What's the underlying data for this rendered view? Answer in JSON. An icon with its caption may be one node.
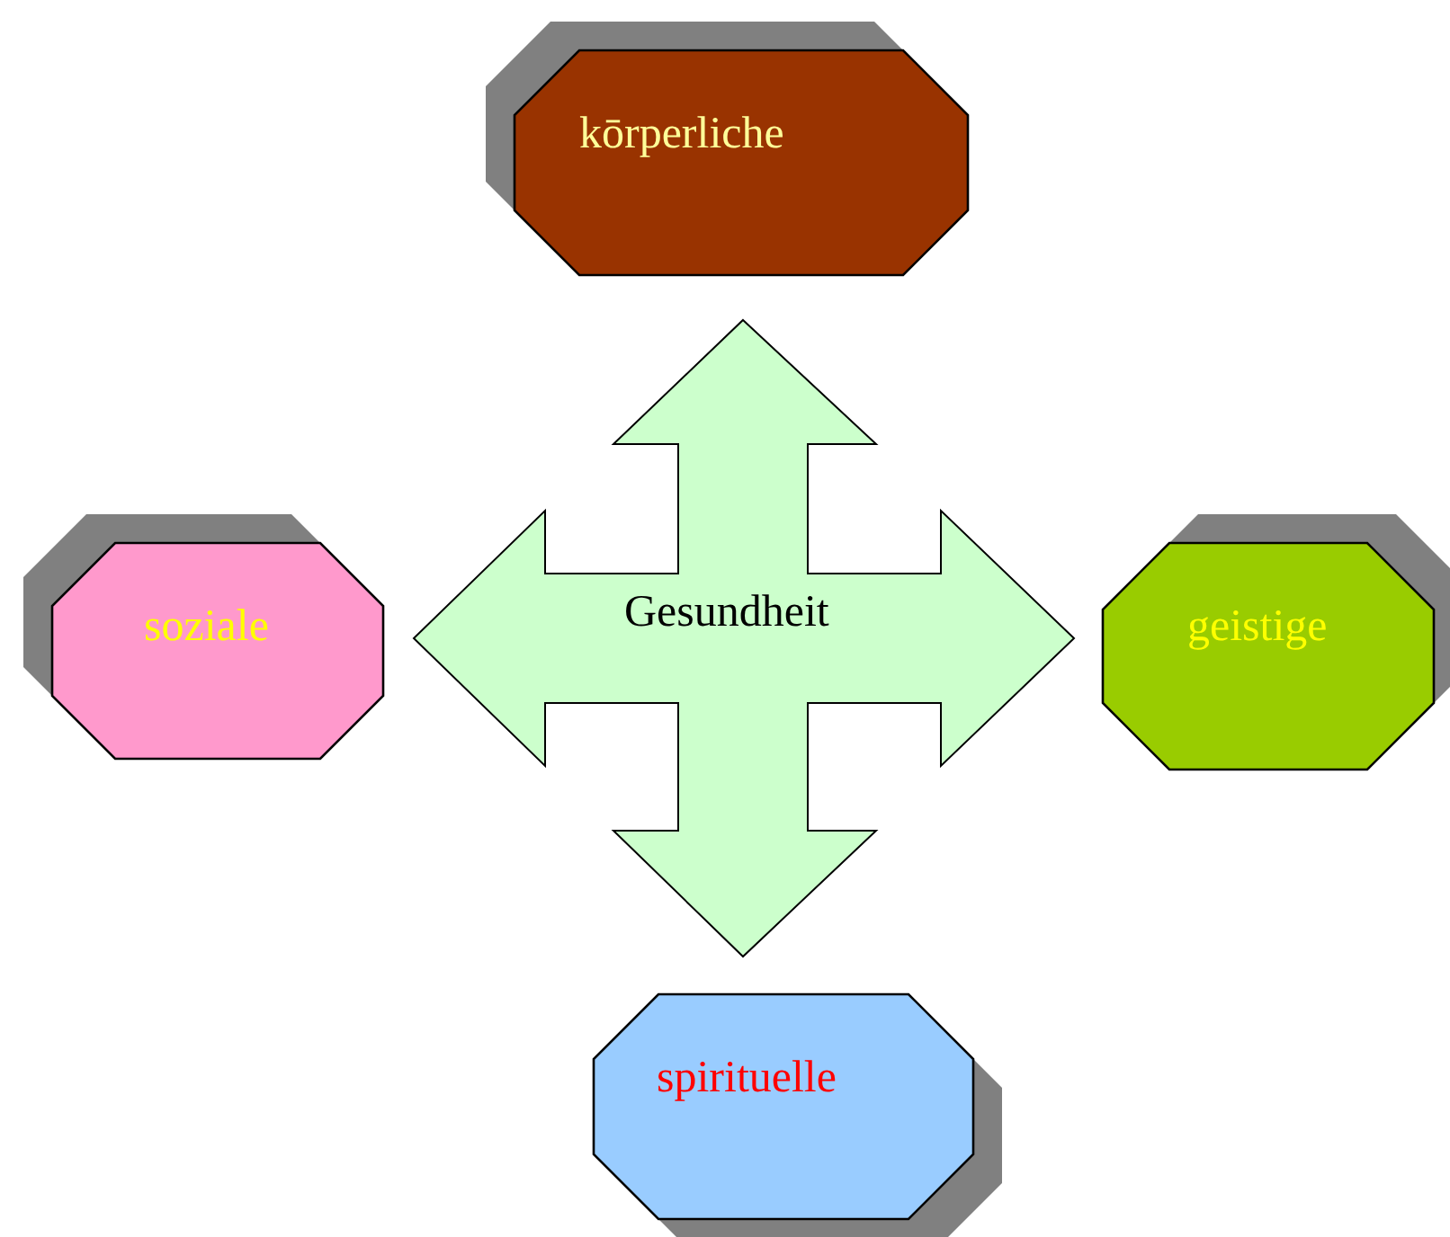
{
  "diagram": {
    "nodes": [
      {
        "text": [
          "Gesundheit"
        ]
      },
      {
        "text": [
          "kōrperliche"
        ]
      },
      {
        "text": [
          "soziale"
        ]
      },
      {
        "text": [
          "geistige"
        ]
      },
      {
        "text": [
          "spirituelle"
        ]
      }
    ]
  }
}
